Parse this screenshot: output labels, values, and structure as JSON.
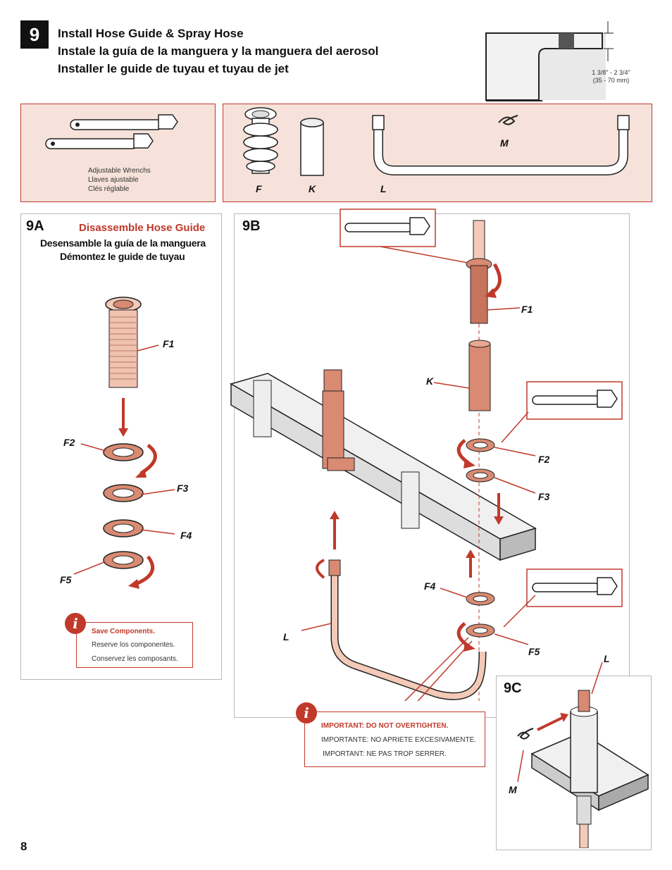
{
  "step": {
    "number": "9"
  },
  "titles": [
    "Install Hose Guide & Spray Hose",
    "Instale la guía de la manguera y  la manguera del aerosol",
    "Installer le guide de tuyau et tuyau de jet"
  ],
  "measurement": {
    "line1": "1 3/8\" - 2 3/4\"",
    "line2": "(35  - 70 mm)"
  },
  "tools": {
    "line1": "Adjustable Wrenchs",
    "line2": "Llaves ajustable",
    "line3": "Clés réglable"
  },
  "parts": {
    "f": "F",
    "k": "K",
    "l": "L",
    "m": "M"
  },
  "panel_9a": {
    "label": "9A",
    "heading_en": "Disassemble Hose Guide",
    "heading_es": "Desensamble la guía de la manguera",
    "heading_fr": "Démontez le guide de tuyau",
    "f1": "F1",
    "f2": "F2",
    "f3": "F3",
    "f4": "F4",
    "f5": "F5",
    "note": {
      "icon": "i",
      "title": "Save Components.",
      "es": "Reserve los componentes.",
      "fr": "Conservez les composants."
    }
  },
  "panel_9b": {
    "label": "9B",
    "f1": "F1",
    "k": "K",
    "f2": "F2",
    "f3": "F3",
    "f4": "F4",
    "f5": "F5",
    "l": "L",
    "note": {
      "icon": "i",
      "title": "IMPORTANT: DO NOT OVERTIGHTEN.",
      "es": "IMPORTANTE: NO APRIETE EXCESIVAMENTE.",
      "fr": "IMPORTANT: NE PAS TROP SERRER."
    }
  },
  "panel_9c": {
    "label": "9C",
    "l": "L",
    "m": "M"
  },
  "page_number": "8",
  "colors": {
    "accent": "#c0392b",
    "copper": "#d98a72",
    "panel_bg": "#f6e2da"
  }
}
